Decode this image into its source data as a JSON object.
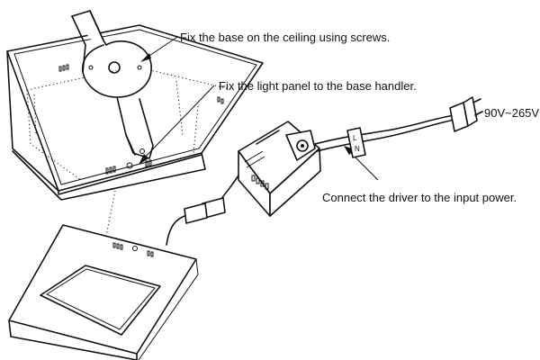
{
  "annotations": {
    "screws": "Fix the base on the ceiling using screws.",
    "handler": "Fix the light panel to the base handler.",
    "power": "Connect the driver to the input power."
  },
  "plug": {
    "voltage": "90V~265V"
  },
  "cable_tag": {
    "line_letter": "L",
    "neutral_letter": "N"
  }
}
